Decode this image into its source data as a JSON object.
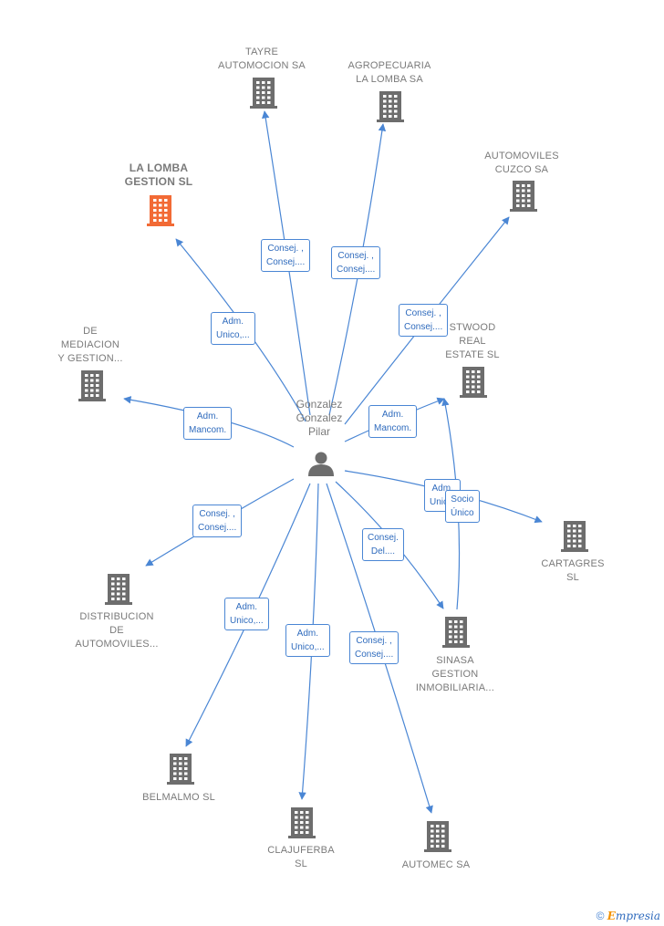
{
  "center": {
    "name": "Gonzalez\nGonzalez\nPilar"
  },
  "highlight_color": "#f26a35",
  "node_color": "#6d6d6d",
  "edge_color": "#4a86d4",
  "companies": [
    {
      "id": "tayre",
      "label": "TAYRE\nAUTOMOCION SA",
      "highlight": false
    },
    {
      "id": "agropecuaria",
      "label": "AGROPECUARIA\nLA LOMBA SA",
      "highlight": false
    },
    {
      "id": "lalomba",
      "label": "LA LOMBA\nGESTION  SL",
      "highlight": true
    },
    {
      "id": "cuzco",
      "label": "AUTOMOVILES\nCUZCO SA",
      "highlight": false
    },
    {
      "id": "mediacion",
      "label": "DE\nMEDIACION\nY GESTION...",
      "highlight": false
    },
    {
      "id": "eastwood",
      "label": "STWOOD\nREAL\nESTATE  SL",
      "highlight": false
    },
    {
      "id": "cartagres",
      "label": "CARTAGRES\nSL",
      "highlight": false
    },
    {
      "id": "distribucion",
      "label": "DISTRIBUCION\nDE\nAUTOMOVILES...",
      "highlight": false
    },
    {
      "id": "sinasa",
      "label": "SINASA\nGESTION\nINMOBILIARIA...",
      "highlight": false
    },
    {
      "id": "belmalmo",
      "label": "BELMALMO  SL",
      "highlight": false
    },
    {
      "id": "clajuferba",
      "label": "CLAJUFERBA\nSL",
      "highlight": false
    },
    {
      "id": "automec",
      "label": "AUTOMEC SA",
      "highlight": false
    }
  ],
  "edges": [
    {
      "to": "tayre",
      "label": "Consej. ,\nConsej...."
    },
    {
      "to": "agropecuaria",
      "label": "Consej. ,\nConsej...."
    },
    {
      "to": "lalomba",
      "label": "Adm.\nUnico,..."
    },
    {
      "to": "cuzco",
      "label": "Consej. ,\nConsej...."
    },
    {
      "to": "mediacion",
      "label": "Adm.\nMancom."
    },
    {
      "to": "eastwood",
      "label": "Adm.\nMancom."
    },
    {
      "to": "cartagres",
      "label": "Adm.\nUnic..."
    },
    {
      "to": "distribucion",
      "label": "Consej. ,\nConsej...."
    },
    {
      "to": "sinasa",
      "label": "Consej.\nDel...."
    },
    {
      "to": "belmalmo",
      "label": "Adm.\nUnico,..."
    },
    {
      "to": "clajuferba",
      "label": "Adm.\nUnico,..."
    },
    {
      "to": "automec",
      "label": "Consej. ,\nConsej...."
    },
    {
      "from": "sinasa",
      "to": "eastwood",
      "label": "Socio\nÚnico"
    }
  ],
  "footer": {
    "copyright": "©",
    "brand_e": "E",
    "brand_rest": "mpresia"
  }
}
